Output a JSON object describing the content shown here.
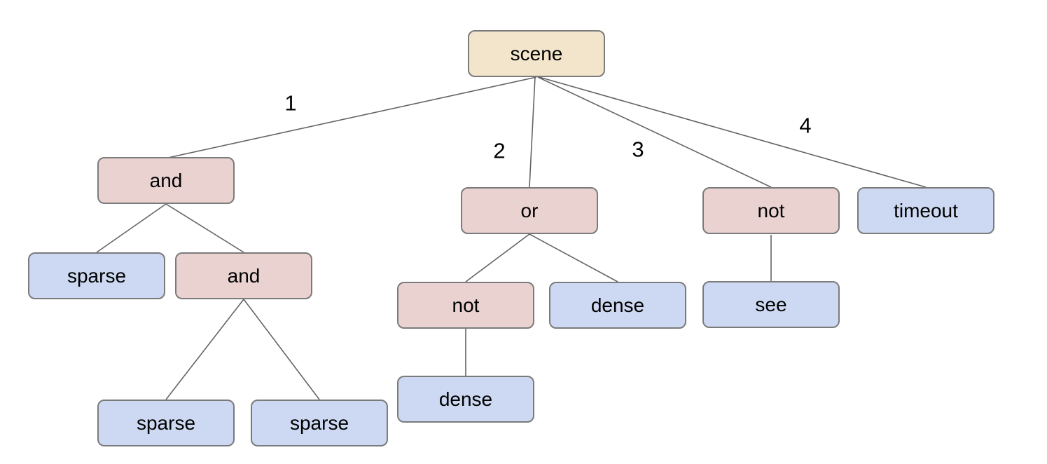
{
  "diagram": {
    "description": "behavior-tree of a scene with logical operators",
    "background": "#ffffff"
  },
  "tree": {
    "label": "scene",
    "children": [
      {
        "edge_label": "1",
        "label": "and",
        "children": [
          {
            "label": "sparse"
          },
          {
            "label": "and",
            "children": [
              {
                "label": "sparse"
              },
              {
                "label": "sparse"
              }
            ]
          }
        ]
      },
      {
        "edge_label": "2",
        "label": "or",
        "children": [
          {
            "label": "not",
            "children": [
              {
                "label": "dense"
              }
            ]
          },
          {
            "label": "dense"
          }
        ]
      },
      {
        "edge_label": "3",
        "label": "not",
        "children": [
          {
            "label": "see"
          }
        ]
      },
      {
        "edge_label": "4",
        "label": "timeout",
        "children": []
      }
    ]
  },
  "nodes": {
    "scene": {
      "label": "scene",
      "kind": "root"
    },
    "and_left": {
      "label": "and",
      "kind": "operator"
    },
    "sparse_left": {
      "label": "sparse",
      "kind": "leaf"
    },
    "and_nested": {
      "label": "and",
      "kind": "operator"
    },
    "sparse_bottom_left": {
      "label": "sparse",
      "kind": "leaf"
    },
    "sparse_bottom_right": {
      "label": "sparse",
      "kind": "leaf"
    },
    "or_mid": {
      "label": "or",
      "kind": "operator"
    },
    "not_mid": {
      "label": "not",
      "kind": "operator"
    },
    "dense_mid": {
      "label": "dense",
      "kind": "leaf"
    },
    "dense_bottom": {
      "label": "dense",
      "kind": "leaf"
    },
    "not_right": {
      "label": "not",
      "kind": "operator"
    },
    "see_right": {
      "label": "see",
      "kind": "leaf"
    },
    "timeout_right": {
      "label": "timeout",
      "kind": "leaf"
    }
  },
  "edge_labels": {
    "branch1": "1",
    "branch2": "2",
    "branch3": "3",
    "branch4": "4"
  },
  "colors": {
    "background": "#ffffff",
    "root_fill": "#f3e5cc",
    "operator_fill": "#ead2d1",
    "leaf_fill": "#cdd9f2",
    "node_border": "#7b7b7b",
    "edge_line": "#646464",
    "text": "#000000"
  }
}
